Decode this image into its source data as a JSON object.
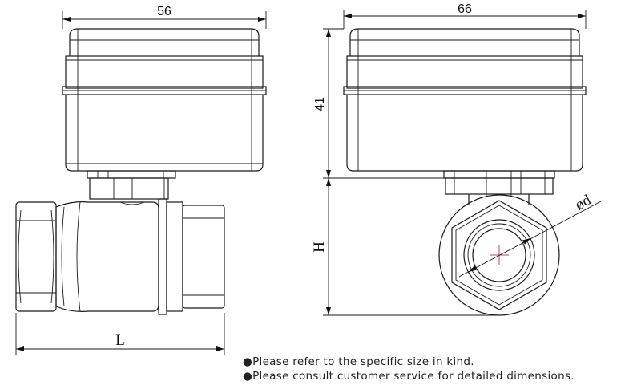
{
  "dimensions": {
    "side_width": "56",
    "front_width": "66",
    "actuator_height": "41",
    "total_height": "H",
    "length": "L",
    "diameter": "ød"
  },
  "notes": [
    "●Please refer to the specific size in kind.",
    "●Please consult customer service for detailed dimensions."
  ],
  "colors": {
    "line": "#1a1a1a",
    "center_mark": "#d04050"
  }
}
